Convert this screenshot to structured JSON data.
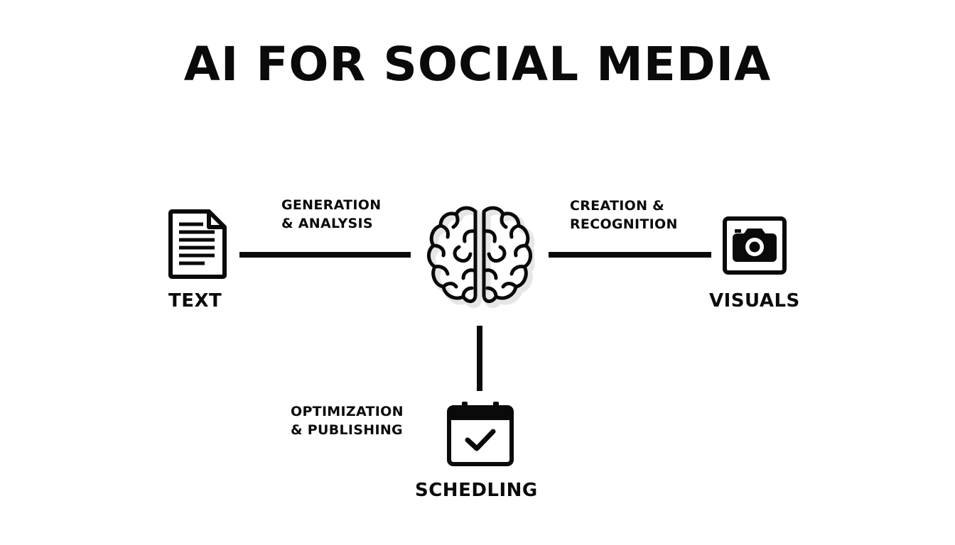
{
  "title": "AI FOR SOCIAL MEDIA",
  "center": {
    "icon": "brain-icon"
  },
  "nodes": {
    "text": {
      "label": "TEXT",
      "icon": "document-icon"
    },
    "visuals": {
      "label": "VISUALS",
      "icon": "camera-icon"
    },
    "scheduling": {
      "label": "SCHEDLING",
      "icon": "calendar-check-icon"
    }
  },
  "edges": {
    "text": {
      "line1": "GENERATION",
      "line2": "& ANALYSIS"
    },
    "visuals": {
      "line1": "CREATION &",
      "line2": "RECOGNITION"
    },
    "scheduling": {
      "line1": "OPTIMIZATION",
      "line2": "& PUBLISHING"
    }
  },
  "colors": {
    "ink": "#0a0a0a",
    "background": "#ffffff"
  }
}
